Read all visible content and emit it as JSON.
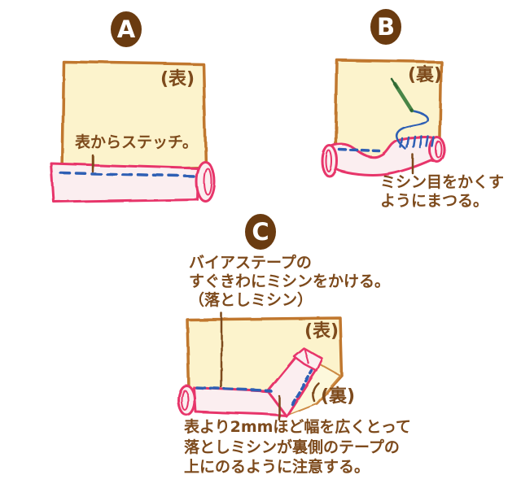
{
  "colors": {
    "badge_brown": "#6a3b10",
    "text_brown": "#7d4a1c",
    "fabric_fill": "#fcf3cc",
    "fabric_edge": "#c0772f",
    "fabric_edge_light": "#cd8b44",
    "flap_fill": "#fdf8dc",
    "tape_fill": "#fbeef0",
    "tape_edge": "#e7356a",
    "stitch_blue": "#2e5fb4",
    "needle_green": "#4a8547",
    "needle_green_dark": "#2f6632"
  },
  "panels": {
    "a": {
      "badge": "A",
      "side_label": "(表)",
      "caption": "表からステッチ。"
    },
    "b": {
      "badge": "B",
      "side_label": "(裏)",
      "caption_line1": "ミシン目をかくす",
      "caption_line2": "ようにまつる。"
    },
    "c": {
      "badge": "C",
      "top_caption_line1": "バイアステープの",
      "top_caption_line2": "すぐきわにミシンをかける。",
      "top_caption_line3": "（落としミシン）",
      "front_label": "(表)",
      "back_label": "(裏)",
      "bottom_caption_line1": "表より2mmほど幅を広くとって",
      "bottom_caption_line2": "落としミシンが裏側のテープの",
      "bottom_caption_line3": "上にのるように注意する。"
    }
  }
}
